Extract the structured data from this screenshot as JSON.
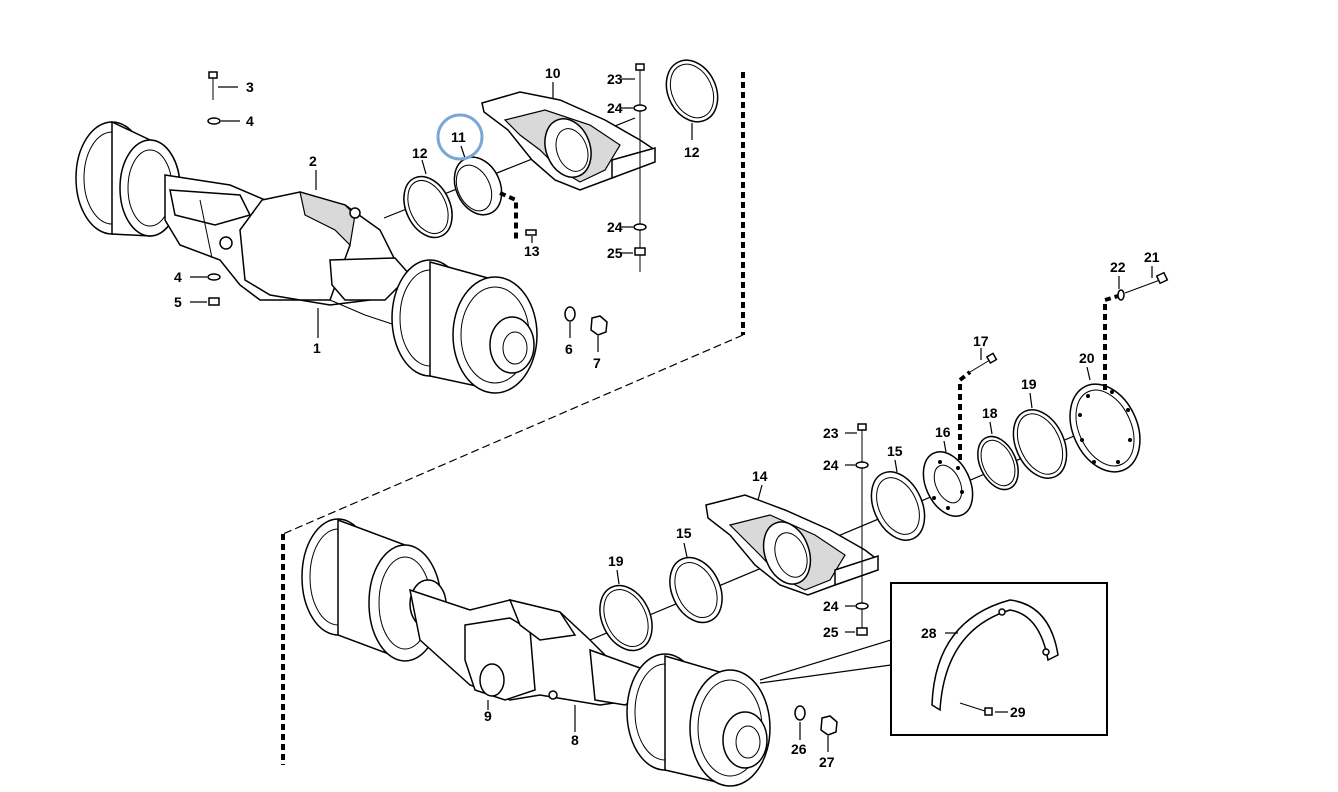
{
  "labels": {
    "p1": "1",
    "p2": "2",
    "p3": "3",
    "p4a": "4",
    "p4b": "4",
    "p5": "5",
    "p6": "6",
    "p7": "7",
    "p8": "8",
    "p9": "9",
    "p10": "10",
    "p11": "11",
    "p12a": "12",
    "p12b": "12",
    "p13": "13",
    "p14": "14",
    "p15a": "15",
    "p15b": "15",
    "p16": "16",
    "p17": "17",
    "p18": "18",
    "p19a": "19",
    "p19b": "19",
    "p20": "20",
    "p21": "21",
    "p22": "22",
    "p23a": "23",
    "p23b": "23",
    "p24a": "24",
    "p24b": "24",
    "p24c": "24",
    "p24d": "24",
    "p25a": "25",
    "p25b": "25",
    "p26": "26",
    "p27": "27",
    "p28": "28",
    "p29": "29"
  },
  "highlight": {
    "part": "11",
    "color": "#7ba7d6"
  }
}
